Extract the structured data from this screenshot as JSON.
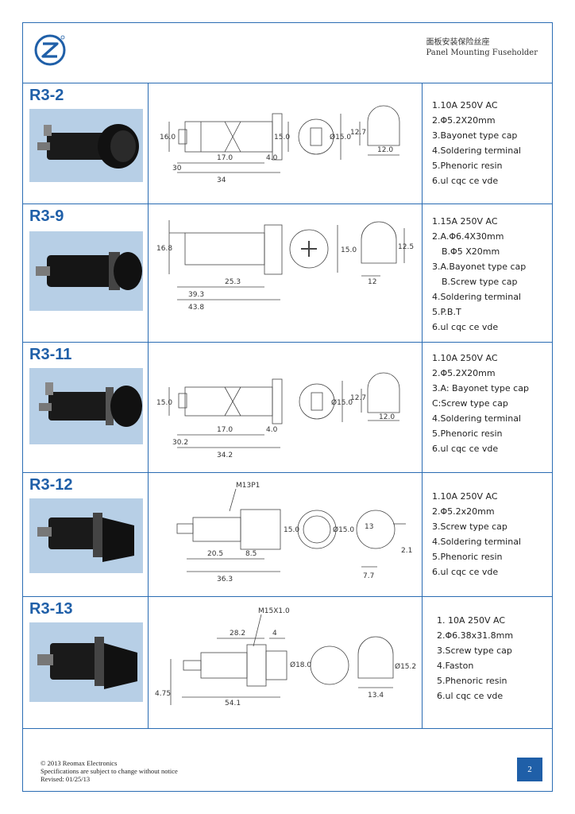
{
  "header": {
    "title_cn": "面板安装保险丝座",
    "title_en": "Panel Mounting Fuseholder"
  },
  "sections": [
    {
      "model": "R3-2",
      "specs": [
        "1.10A 250V AC",
        "2.Φ5.2X20mm",
        "3.Bayonet type cap",
        "4.Soldering terminal",
        "5.Phenoric resin",
        "6.ul cqc ce vde"
      ],
      "dims": [
        "16.0",
        "15.0",
        "Ø15.0",
        "12.7",
        "12.0",
        "17.0",
        "4.0",
        "30",
        "34"
      ]
    },
    {
      "model": "R3-9",
      "specs": [
        "1.15A 250V AC",
        "2.A.Φ6.4X30mm",
        "   B.Φ5 X20mm",
        "3.A.Bayonet type cap",
        "   B.Screw type cap",
        "4.Soldering terminal",
        "5.P.B.T",
        "6.ul cqc ce vde"
      ],
      "dims": [
        "16.8",
        "15.0",
        "12.5",
        "12",
        "25.3",
        "39.3",
        "43.8"
      ]
    },
    {
      "model": "R3-11",
      "specs": [
        "1.10A 250V AC",
        "2.Φ5.2X20mm",
        "3.A: Bayonet type cap",
        "C:Screw type cap",
        "4.Soldering terminal",
        "5.Phenoric resin",
        "6.ul cqc ce vde"
      ],
      "dims": [
        "15.0",
        "Ø15.0",
        "12.7",
        "12.0",
        "17.0",
        "4.0",
        "30.2",
        "34.2"
      ]
    },
    {
      "model": "R3-12",
      "specs": [
        "1.10A 250V AC",
        "2.Φ5.2x20mm",
        "3.Screw type cap",
        "4.Soldering terminal",
        "5.Phenoric resin",
        "6.ul cqc ce vde"
      ],
      "dims": [
        "M13P1",
        "15.0",
        "Ø15.0",
        "13",
        "2.1",
        "7.7",
        "20.5",
        "8.5",
        "36.3"
      ]
    },
    {
      "model": "R3-13",
      "specs": [
        "1. 10A 250V AC",
        "2.Φ6.38x31.8mm",
        "3.Screw type cap",
        "4.Faston",
        "5.Phenoric resin",
        "6.ul cqc ce vde"
      ],
      "dims": [
        "M15X1.0",
        "28.2",
        "4",
        "Ø18.0",
        "Ø15.2",
        "4.75",
        "54.1",
        "13.4"
      ]
    }
  ],
  "footer": {
    "copyright": "© 2013 Reomax Electronics",
    "notice": "Specifications are subject to change without notice",
    "revised": "Revised: 01/25/13",
    "page": "2"
  },
  "colors": {
    "accent": "#1f5fa8",
    "border": "#2a6cb3"
  }
}
